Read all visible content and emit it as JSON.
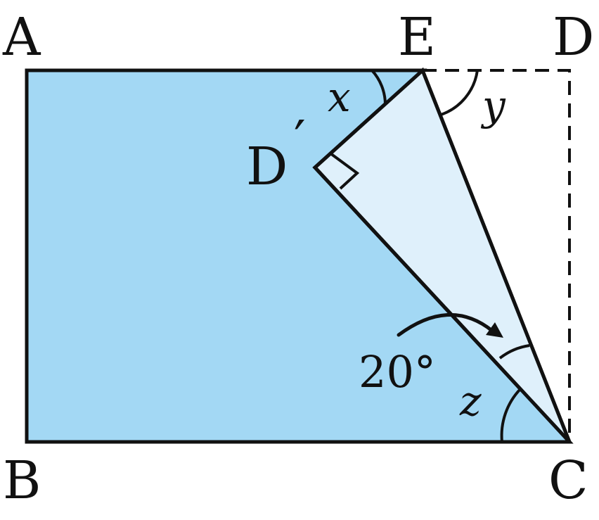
{
  "colors": {
    "fill_main": "#a3d8f4",
    "fill_fold": "#dff0fb",
    "stroke": "#111111"
  },
  "points": {
    "A": "A",
    "B": "B",
    "C": "C",
    "D": "D",
    "E": "E",
    "D_prime": "D",
    "prime_mark": "′"
  },
  "angles": {
    "x": "x",
    "y": "y",
    "z": "z",
    "given": "20°"
  }
}
